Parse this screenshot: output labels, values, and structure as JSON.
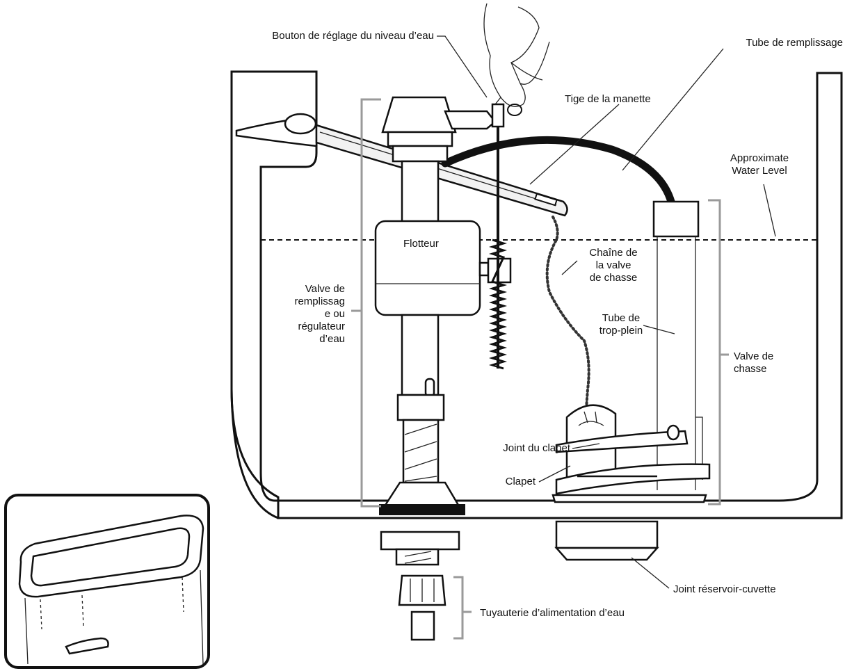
{
  "labels": {
    "water_level_knob": "Bouton de réglage du niveau d’eau",
    "fill_tube": "Tube de remplissage",
    "handle_rod": "Tige de la manette",
    "water_level_1": "Approximate",
    "water_level_2": "Water Level",
    "float": "Flotteur",
    "chain_1": "Chaîne de",
    "chain_2": "la valve",
    "chain_3": "de chasse",
    "fill_valve_1": "Valve de",
    "fill_valve_2": "remplissag",
    "fill_valve_3": "e ou",
    "fill_valve_4": "régulateur",
    "fill_valve_5": "d’eau",
    "overflow_1": "Tube de",
    "overflow_2": "trop-plein",
    "flush_valve_1": "Valve de",
    "flush_valve_2": "chasse",
    "flapper_seal": "Joint du clapet",
    "flapper": "Clapet",
    "tank_gasket": "Joint réservoir-cuvette",
    "supply_line": "Tuyauterie d’alimentation d’eau"
  },
  "colors": {
    "line": "#111111",
    "bracket": "#9a9a9a",
    "background": "#ffffff"
  }
}
